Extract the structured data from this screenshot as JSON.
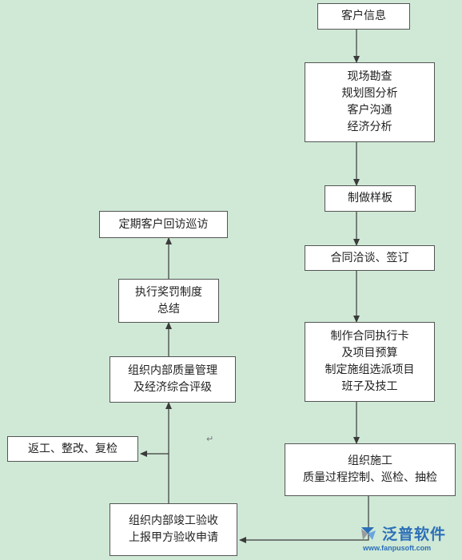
{
  "flow": {
    "right": [
      {
        "lines": [
          "客户信息"
        ]
      },
      {
        "lines": [
          "现场勘查",
          "规划图分析",
          "客户沟通",
          "经济分析"
        ]
      },
      {
        "lines": [
          "制做样板"
        ]
      },
      {
        "lines": [
          "合同洽谈、签订"
        ]
      },
      {
        "lines": [
          "制作合同执行卡",
          "及项目预算",
          "制定施组选派项目",
          "班子及技工"
        ]
      },
      {
        "lines": [
          "组织施工",
          "质量过程控制、巡检、抽检"
        ]
      }
    ],
    "left": [
      {
        "lines": [
          "组织内部竣工验收",
          "上报甲方验收申请"
        ]
      },
      {
        "lines": [
          "组织内部质量管理",
          "及经济综合评级"
        ]
      },
      {
        "lines": [
          "执行奖罚制度",
          "总结"
        ]
      },
      {
        "lines": [
          "定期客户回访巡访"
        ]
      }
    ],
    "side": {
      "lines": [
        "返工、整改、复检"
      ]
    }
  },
  "watermark": {
    "brand": "泛普软件",
    "url": "www.fanpusoft.com",
    "icon": "fanpu-logo-icon"
  },
  "colors": {
    "background": "#cfe9d6",
    "box_fill": "#ffffff",
    "connector": "#3a3a3a",
    "brand": "#2d6fb7"
  }
}
